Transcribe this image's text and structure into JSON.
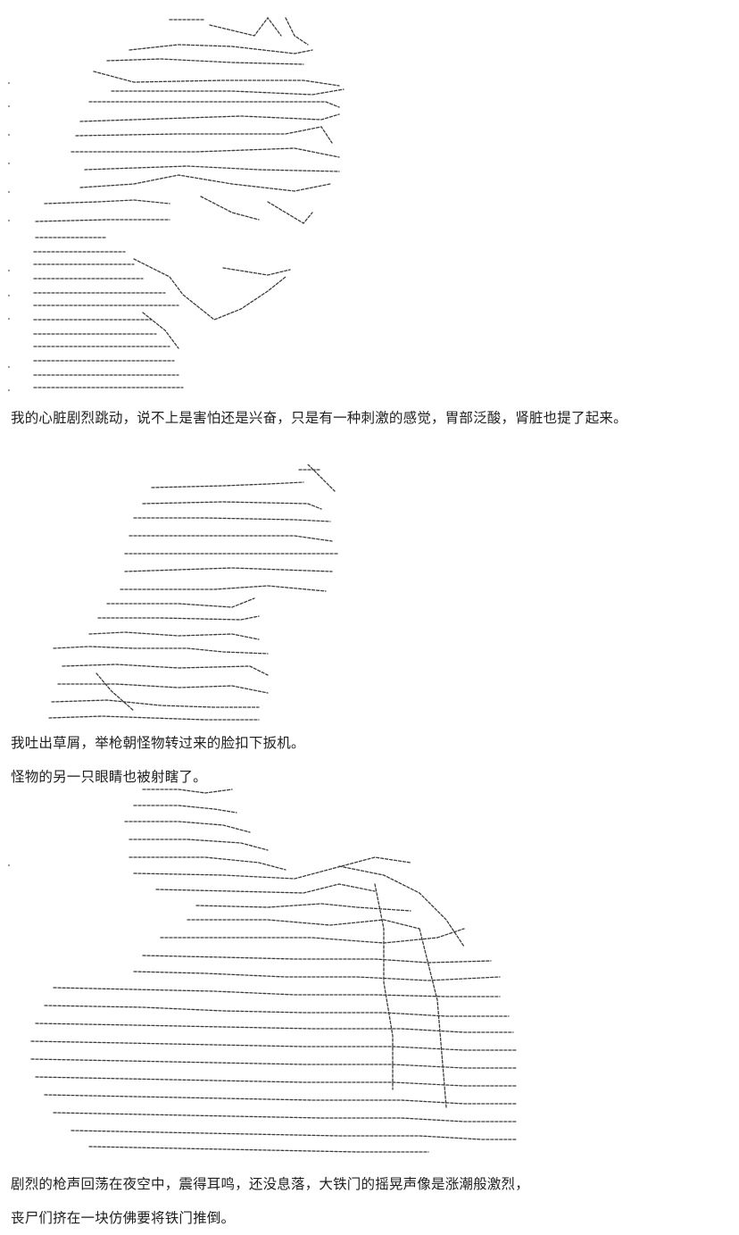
{
  "captions": {
    "line1": "我的心脏剧烈跳动，说不上是害怕还是兴奋，只是有一种刺激的感觉，胃部泛酸，肾脏也提了起来。",
    "line2": "我吐出草屑，举枪朝怪物转过来的脸扣下扳机。",
    "line3": "怪物的另一只眼睛也被射瞎了。",
    "line4": "剧烈的枪声回荡在夜空中，震得耳鸣，还没息落，大铁门的摇晃声像是涨潮般激烈，",
    "line5": "丧尸们挤在一块仿佛要将铁门推倒。"
  },
  "colors": {
    "background": "#ffffff",
    "text": "#1e1e1e",
    "art_stroke": "#3a3a3a"
  }
}
